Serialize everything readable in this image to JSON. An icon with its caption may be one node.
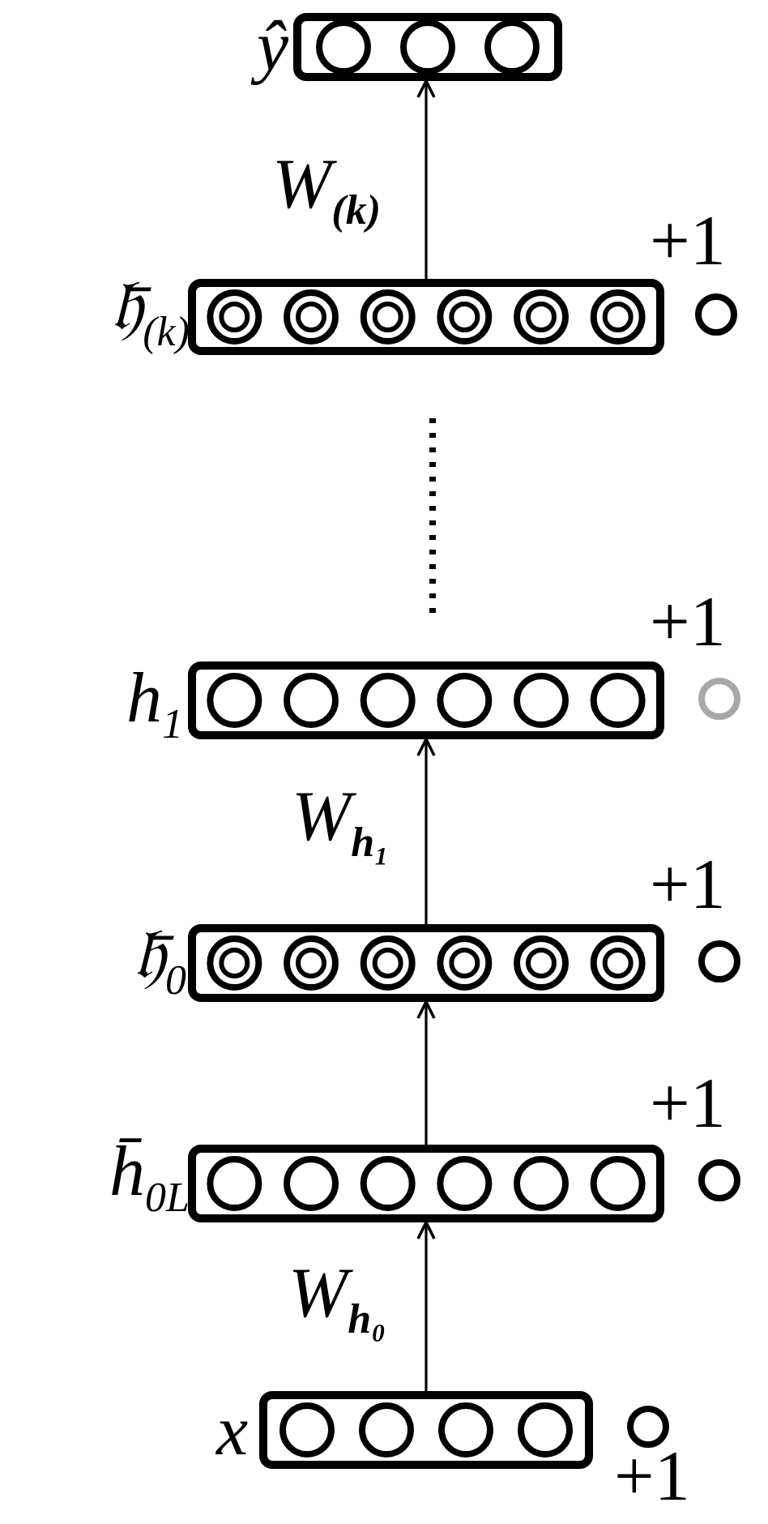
{
  "diagram": {
    "nodes": [
      {
        "text": [
          "ŷ"
        ]
      },
      {
        "text": [
          "𝔥̄$_{(k)}$"
        ]
      },
      {
        "text": [
          "+1"
        ]
      },
      {
        "text": [
          "h$_{1}$"
        ]
      },
      {
        "text": [
          "+1"
        ]
      },
      {
        "text": [
          "𝔥̄$_{0}$"
        ]
      },
      {
        "text": [
          "+1"
        ]
      },
      {
        "text": [
          "h̄$_{0L}$"
        ]
      },
      {
        "text": [
          "+1"
        ]
      },
      {
        "text": [
          "x"
        ]
      },
      {
        "text": [
          "+1"
        ]
      }
    ],
    "edges": [
      {
        "from": 1,
        "to": 0,
        "arrow": "to",
        "label": "W$_{(k)}$"
      },
      {
        "from": 5,
        "to": 3,
        "arrow": "to",
        "label": "W$_{h₁}$"
      },
      {
        "from": 7,
        "to": 5,
        "arrow": "to"
      },
      {
        "from": 9,
        "to": 7,
        "arrow": "to",
        "label": "W$_{h₀}$"
      }
    ]
  }
}
